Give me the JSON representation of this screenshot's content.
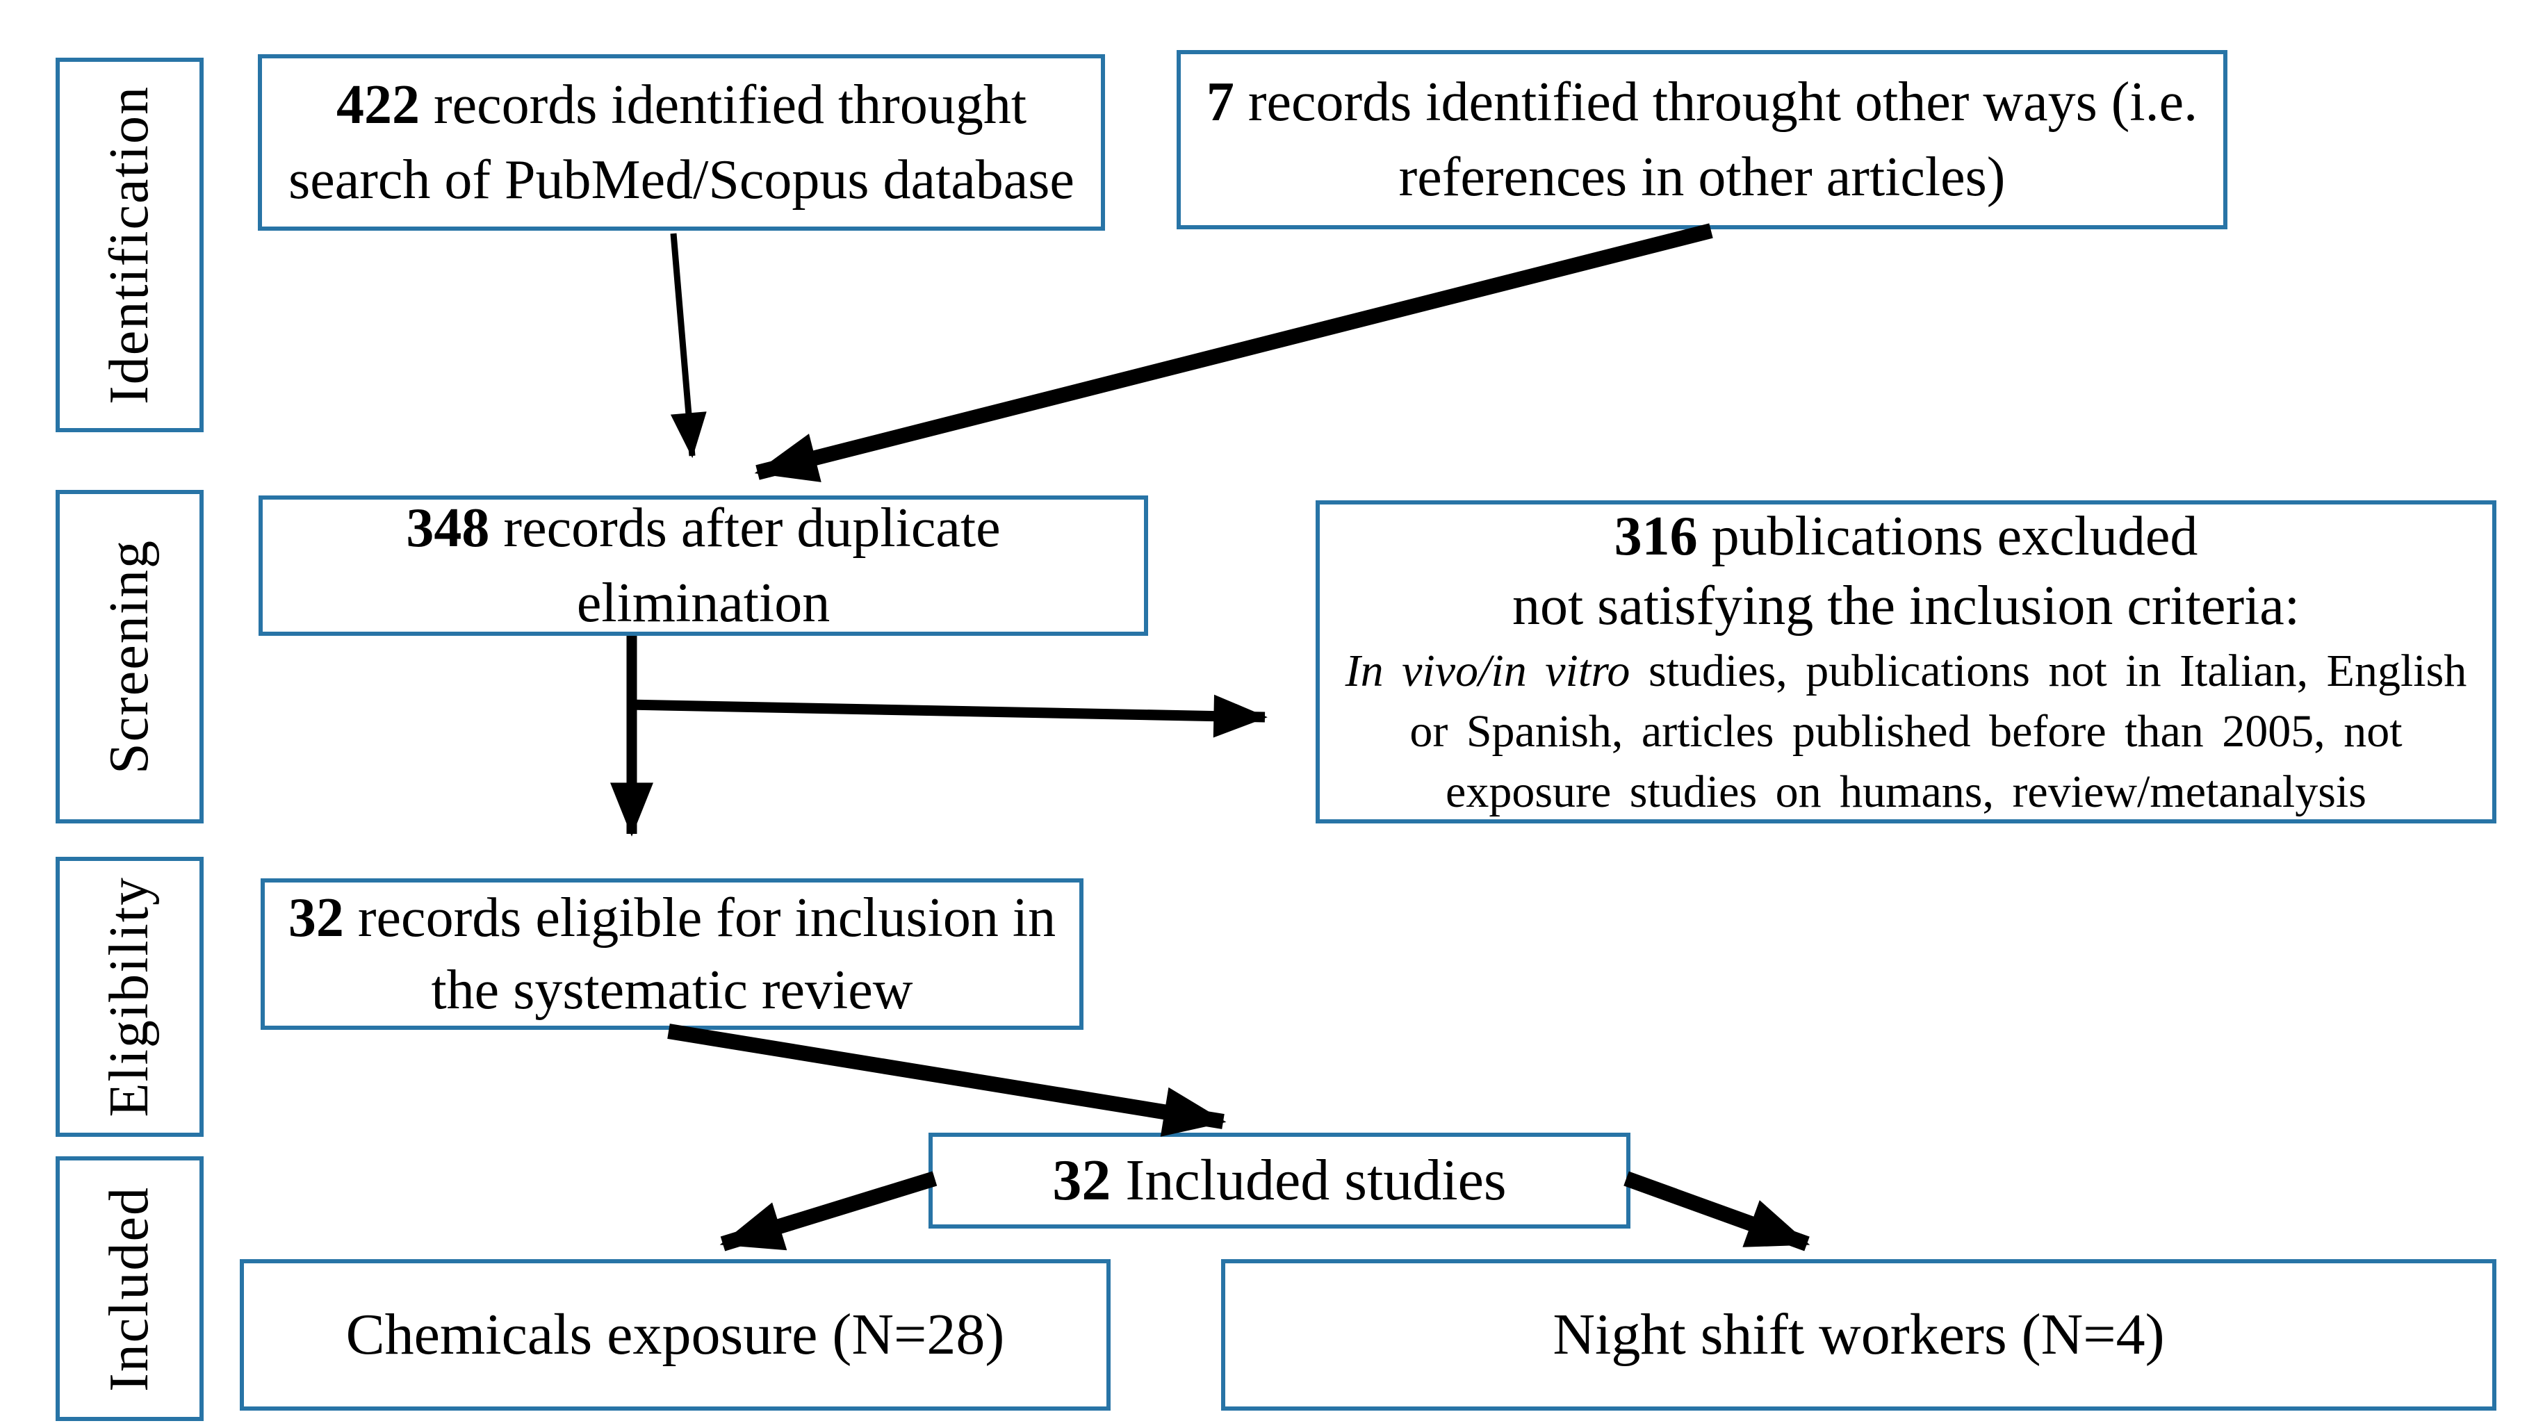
{
  "colors": {
    "box_border": "#2874a6",
    "arrow": "#000000",
    "text": "#000000",
    "background": "#ffffff"
  },
  "stages": [
    {
      "label": "Identification"
    },
    {
      "label": "Screening"
    },
    {
      "label": "Eligibility"
    },
    {
      "label": "Included"
    }
  ],
  "boxes": {
    "identified_db": {
      "count": "422",
      "text": " records identified throught search of PubMed/Scopus database"
    },
    "identified_other": {
      "count": "7",
      "text": " records identified throught other ways (i.e. references in other articles)"
    },
    "dedup": {
      "count": "348",
      "text": " records after duplicate elimination"
    },
    "excluded": {
      "count": "316",
      "text": " publications excluded",
      "subtitle": "not satisfying the inclusion criteria:",
      "criteria_italic": "In vivo/in vitro",
      "criteria_text": " studies, publications not in Italian, English or Spanish, articles published before than 2005, not exposure studies on humans, review/metanalysis"
    },
    "eligible": {
      "count": "32",
      "text": " records eligible for inclusion in the systematic review"
    },
    "included": {
      "count": "32",
      "text": " Included studies"
    },
    "chemicals": {
      "text": "Chemicals exposure (N=28)"
    },
    "nightshift": {
      "text": "Night shift workers (N=4)"
    }
  },
  "connections": [
    {
      "from": "identified_db",
      "to": "dedup"
    },
    {
      "from": "identified_other",
      "to": "dedup"
    },
    {
      "from": "dedup",
      "to": "eligible"
    },
    {
      "from": "dedup",
      "to": "excluded"
    },
    {
      "from": "eligible",
      "to": "included"
    },
    {
      "from": "included",
      "to": "chemicals"
    },
    {
      "from": "included",
      "to": "nightshift"
    }
  ]
}
